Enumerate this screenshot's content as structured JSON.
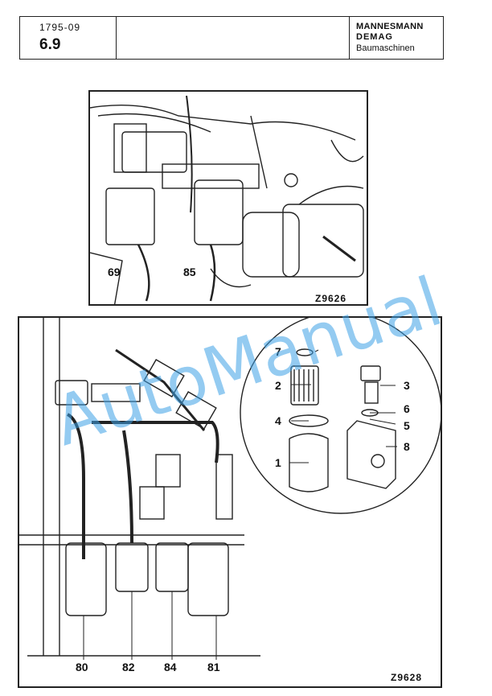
{
  "header": {
    "doc_number": "1795-09",
    "section": "6.9",
    "brand_line1": "MANNESMANN",
    "brand_line2": "DEMAG",
    "brand_line3": "Baumaschinen"
  },
  "figure_top": {
    "code": "Z9626",
    "labels": [
      "69",
      "85"
    ]
  },
  "figure_bottom": {
    "code": "Z9628",
    "bottom_labels": [
      "80",
      "82",
      "84",
      "81"
    ],
    "detail_labels": [
      "7",
      "2",
      "4",
      "1",
      "3",
      "6",
      "5",
      "8"
    ]
  },
  "watermark": "AutoManual"
}
